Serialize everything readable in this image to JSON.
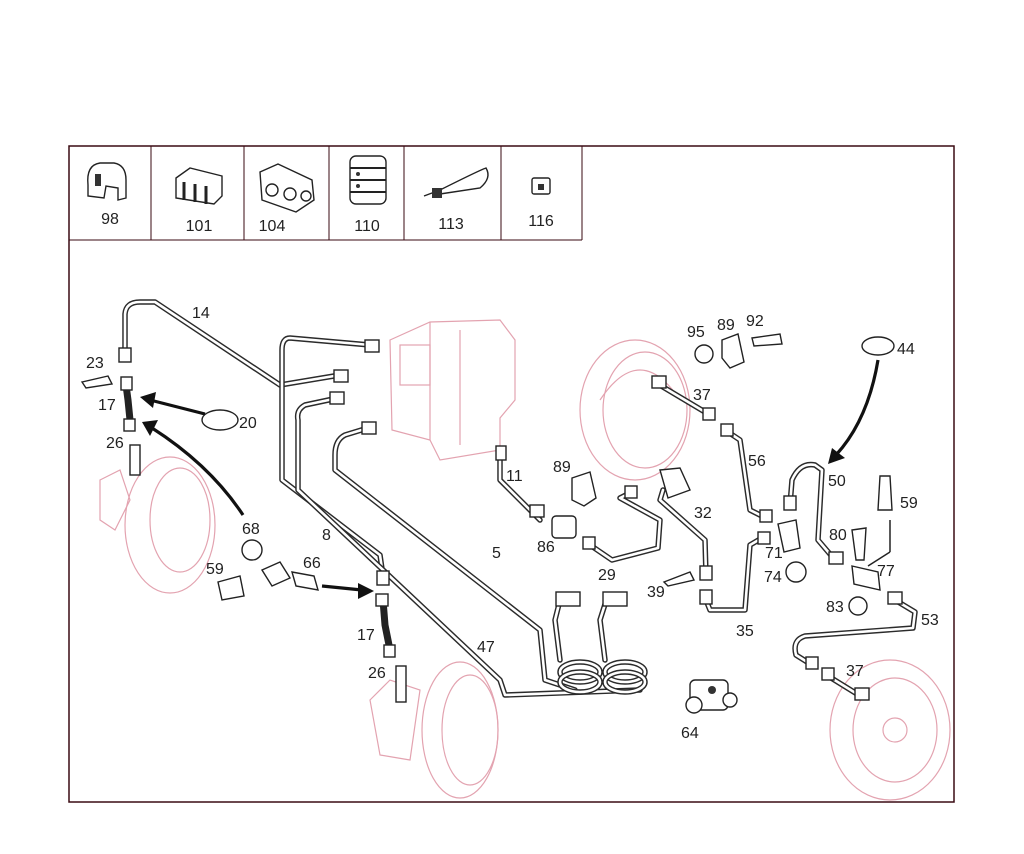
{
  "legend": [
    {
      "num": "98",
      "icon": "clip-98-icon"
    },
    {
      "num": "101",
      "icon": "clip-101-icon"
    },
    {
      "num": "104",
      "icon": "clip-104-icon"
    },
    {
      "num": "110",
      "icon": "clip-110-icon"
    },
    {
      "num": "113",
      "icon": "cable-tie-113-icon"
    },
    {
      "num": "116",
      "icon": "clip-116-icon"
    }
  ],
  "labels": [
    {
      "id": "14",
      "text": "14"
    },
    {
      "id": "23",
      "text": "23"
    },
    {
      "id": "17a",
      "text": "17"
    },
    {
      "id": "20",
      "text": "20"
    },
    {
      "id": "26a",
      "text": "26"
    },
    {
      "id": "68",
      "text": "68"
    },
    {
      "id": "8",
      "text": "8"
    },
    {
      "id": "59a",
      "text": "59"
    },
    {
      "id": "66",
      "text": "66"
    },
    {
      "id": "17b",
      "text": "17"
    },
    {
      "id": "26b",
      "text": "26"
    },
    {
      "id": "47",
      "text": "47"
    },
    {
      "id": "5",
      "text": "5"
    },
    {
      "id": "11",
      "text": "11"
    },
    {
      "id": "89a",
      "text": "89"
    },
    {
      "id": "86",
      "text": "86"
    },
    {
      "id": "29",
      "text": "29"
    },
    {
      "id": "64",
      "text": "64"
    },
    {
      "id": "95",
      "text": "95"
    },
    {
      "id": "89b",
      "text": "89"
    },
    {
      "id": "92",
      "text": "92"
    },
    {
      "id": "37a",
      "text": "37"
    },
    {
      "id": "56",
      "text": "56"
    },
    {
      "id": "32",
      "text": "32"
    },
    {
      "id": "39",
      "text": "39"
    },
    {
      "id": "35",
      "text": "35"
    },
    {
      "id": "44",
      "text": "44"
    },
    {
      "id": "50",
      "text": "50"
    },
    {
      "id": "59b",
      "text": "59"
    },
    {
      "id": "80",
      "text": "80"
    },
    {
      "id": "71",
      "text": "71"
    },
    {
      "id": "74",
      "text": "74"
    },
    {
      "id": "77",
      "text": "77"
    },
    {
      "id": "83",
      "text": "83"
    },
    {
      "id": "53",
      "text": "53"
    },
    {
      "id": "37b",
      "text": "37"
    }
  ]
}
